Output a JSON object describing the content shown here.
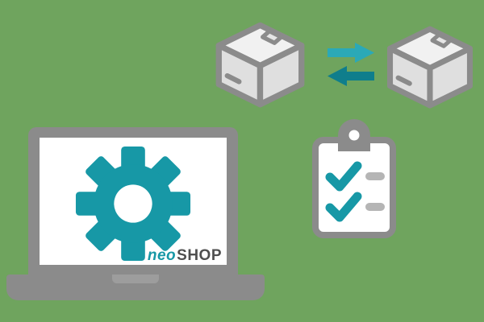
{
  "scene": {
    "description": "Flat illustration: laptop running shop software with gear, two shipping boxes exchanging via arrows, and a checked clipboard list",
    "background_color": "#6FA45E",
    "palette": {
      "gray": "#8B8B8B",
      "box_face_gray": "#DFDFDF",
      "box_top_gray": "#F1F1F1",
      "teal": "#1798A6",
      "teal_light": "#2BA9B7",
      "teal_dark": "#0F7E8C",
      "dash_gray": "#B5B5B5",
      "logo_dark": "#4F4F4F",
      "white": "#FFFFFF"
    },
    "laptop": {
      "logo": {
        "neo": "neo",
        "shop": "SHOP"
      }
    },
    "icons": {
      "gear": "gear-icon",
      "package_left": "package-box-icon",
      "package_right": "package-box-icon",
      "arrow_right": "transfer-arrow-right-icon",
      "arrow_left": "transfer-arrow-left-icon",
      "clipboard": "checklist-clipboard-icon",
      "checkmark": "checkmark-icon"
    },
    "checklist": {
      "items": [
        {
          "state": "checked"
        },
        {
          "state": "checked"
        }
      ]
    }
  }
}
